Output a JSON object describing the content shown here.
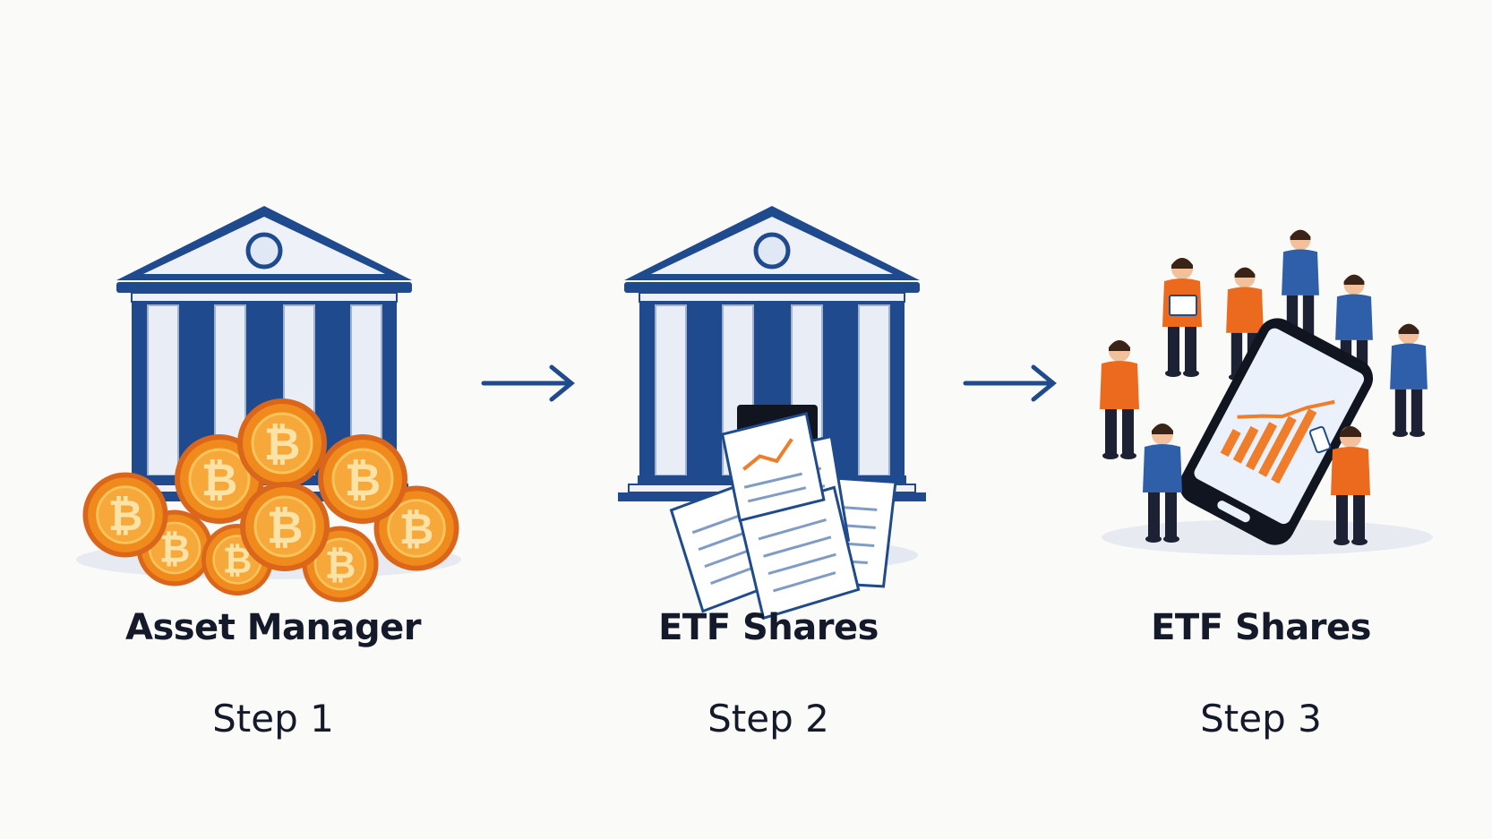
{
  "stages": [
    {
      "title": "Asset Manager",
      "step": "Step 1",
      "coin_symbol": "₿"
    },
    {
      "title": "ETF Shares",
      "step": "Step 2"
    },
    {
      "title": "ETF Shares",
      "step": "Step 3"
    }
  ],
  "colors": {
    "navy": "#1f4b8e",
    "column": "#e9eef6",
    "coin_orange": "#f08a1c",
    "coin_light": "#f7c45c",
    "person_orange": "#ec6a1e",
    "person_blue": "#2f5fa8",
    "chart_orange": "#ef7d2a"
  },
  "icons": [
    "bank-building-icon",
    "bitcoin-coin-icon",
    "arrow-right-icon",
    "document-chart-icon",
    "smartphone-chart-icon",
    "person-icon"
  ]
}
